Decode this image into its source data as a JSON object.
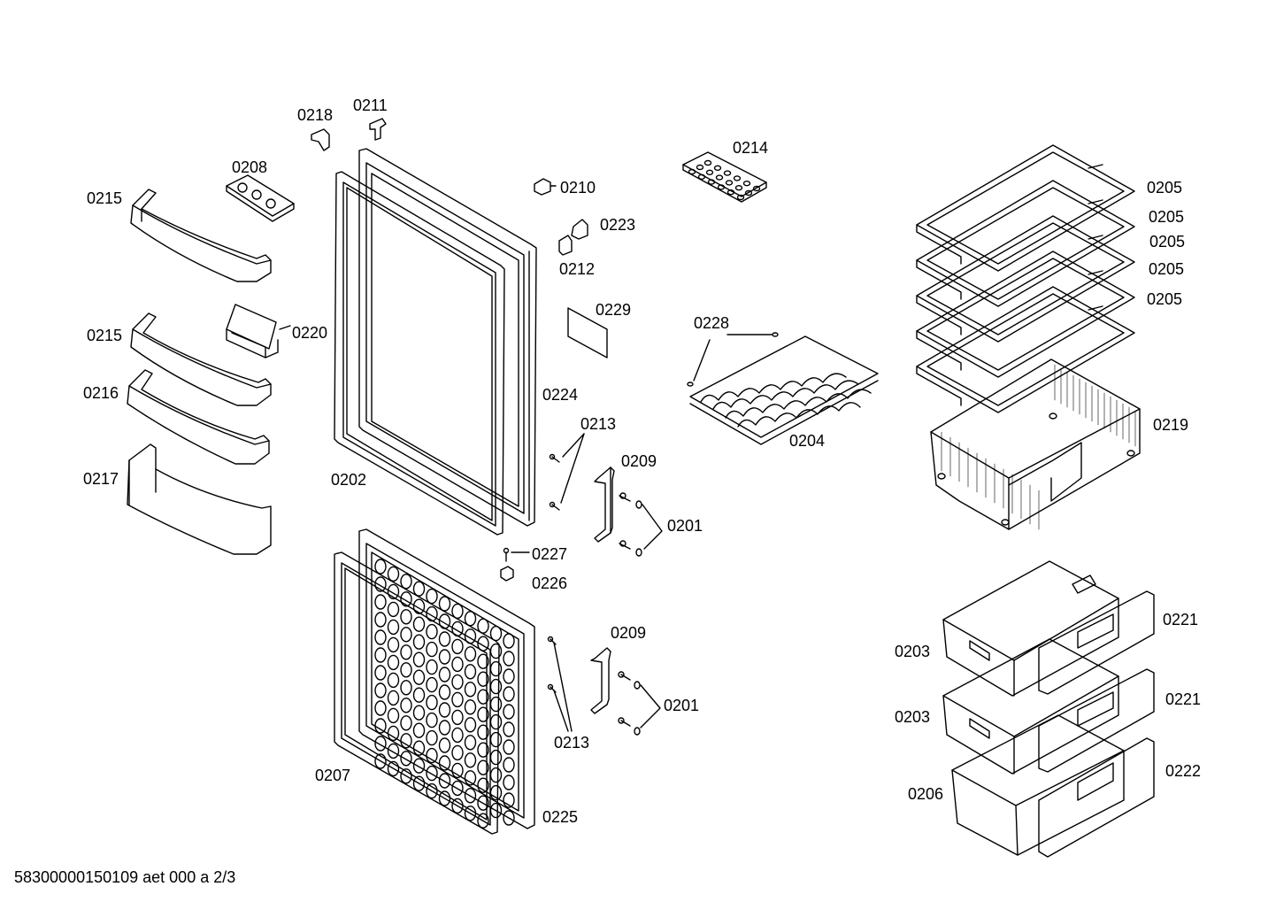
{
  "labels": {
    "p0218": "0218",
    "p0211": "0211",
    "p0208": "0208",
    "p0215a": "0215",
    "p0215b": "0215",
    "p0220": "0220",
    "p0216": "0216",
    "p0217": "0217",
    "p0202": "0202",
    "p0210": "0210",
    "p0223": "0223",
    "p0212": "0212",
    "p0229": "0229",
    "p0224": "0224",
    "p0213a": "0213",
    "p0209a": "0209",
    "p0201a": "0201",
    "p0227": "0227",
    "p0226": "0226",
    "p0209b": "0209",
    "p0201b": "0201",
    "p0213b": "0213",
    "p0207": "0207",
    "p0225": "0225",
    "p0214": "0214",
    "p0228": "0228",
    "p0204": "0204",
    "p0205a": "0205",
    "p0205b": "0205",
    "p0205c": "0205",
    "p0205d": "0205",
    "p0205e": "0205",
    "p0219": "0219",
    "p0221a": "0221",
    "p0203a": "0203",
    "p0203b": "0203",
    "p0221b": "0221",
    "p0206": "0206",
    "p0222": "0222"
  },
  "footer": "58300000150109 aet 000 a 2/3"
}
